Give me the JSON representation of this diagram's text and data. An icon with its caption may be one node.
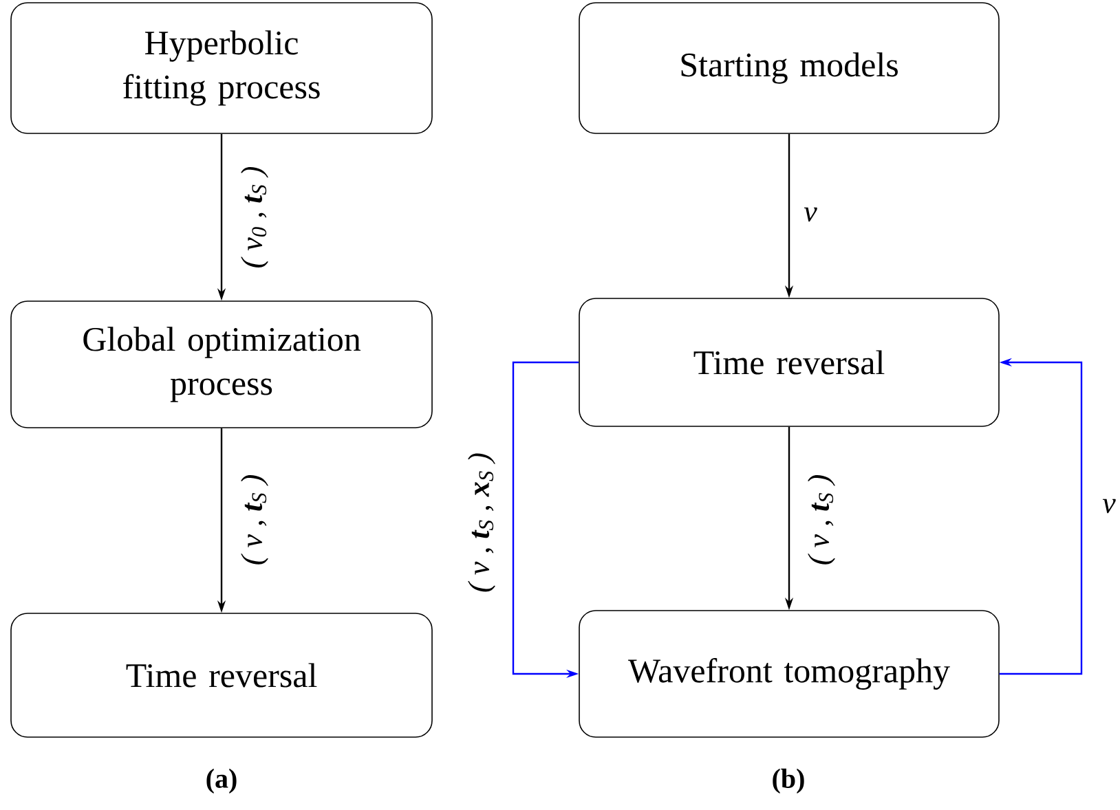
{
  "diagram": {
    "nodes": [
      {
        "text": [
          "Hyperbolic fitting process"
        ]
      },
      {
        "text": [
          "Global optimization process"
        ]
      },
      {
        "text": [
          "Time reversal"
        ]
      },
      {
        "text": [
          "Starting models"
        ]
      },
      {
        "text": [
          "Time reversal"
        ]
      },
      {
        "text": [
          "Wavefront tomography"
        ]
      }
    ],
    "edges": [
      {
        "from": 0,
        "to": 1,
        "arrow": "to",
        "label": "( v$_{0}$ , **t**$_{S}$ )"
      },
      {
        "from": 1,
        "to": 2,
        "arrow": "to",
        "label": "( v , **t**$_{S}$ )"
      },
      {
        "from": 3,
        "to": 4,
        "arrow": "to",
        "label": "v"
      },
      {
        "from": 4,
        "to": 5,
        "arrow": "to",
        "label": "( v , **t**$_{S}$ )"
      },
      {
        "from": 4,
        "to": 5,
        "arrow": "to",
        "label": "( v , **t**$_{S}$ , **x**$_{S}$ )",
        "color": "#0000ff"
      },
      {
        "from": 5,
        "to": 4,
        "arrow": "to",
        "label": "v",
        "color": "#0000ff"
      }
    ],
    "labels": [
      "(a)",
      "(b)"
    ]
  }
}
